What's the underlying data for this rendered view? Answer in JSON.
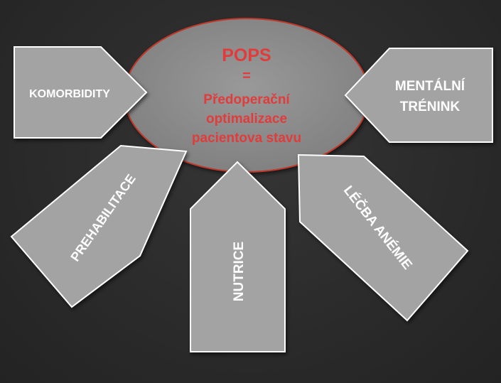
{
  "center": {
    "title": "POPS",
    "equals": "=",
    "line1": "Předoperační",
    "line2": "optimalizace",
    "line3": "pacientova stavu"
  },
  "shapes": {
    "komorbidity": "KOMORBIDITY",
    "mentalni_line1": "MENTÁLNÍ",
    "mentalni_line2": "TRÉNINK",
    "prehabilitace": "PREHABILITACE",
    "nutrice": "NUTRICE",
    "lecba_anemie": "LÉČBA ANÉMIE"
  },
  "colors": {
    "background": "#2b2b2b",
    "shape_fill": "#a3a3a3",
    "shape_stroke": "#ffffff",
    "ellipse_fill": "#8e8e8e",
    "ellipse_stroke": "#c0392b",
    "center_text": "#e23b3b",
    "label_text": "#ffffff"
  }
}
